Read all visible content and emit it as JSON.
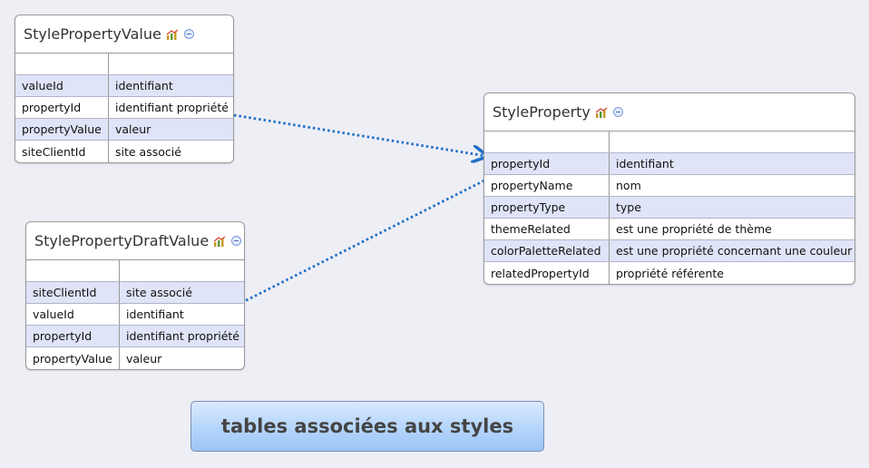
{
  "caption": "tables associées aux styles",
  "tables": {
    "spv": {
      "title": "StylePropertyValue",
      "rows": [
        [
          "valueId",
          "identifiant"
        ],
        [
          "propertyId",
          "identifiant propriété"
        ],
        [
          "propertyValue",
          "valeur"
        ],
        [
          "siteClientId",
          "site associé"
        ]
      ]
    },
    "spdv": {
      "title": "StylePropertyDraftValue",
      "rows": [
        [
          "siteClientId",
          "site associé"
        ],
        [
          "valueId",
          "identifiant"
        ],
        [
          "propertyId",
          "identifiant propriété"
        ],
        [
          "propertyValue",
          "valeur"
        ]
      ]
    },
    "sp": {
      "title": "StyleProperty",
      "rows": [
        [
          "propertyId",
          "identifiant"
        ],
        [
          "propertyName",
          "nom"
        ],
        [
          "propertyType",
          "type"
        ],
        [
          "themeRelated",
          "est une propriété de thème"
        ],
        [
          "colorPaletteRelated",
          "est une propriété concernant une couleur"
        ],
        [
          "relatedPropertyId",
          "propriété référente"
        ]
      ]
    }
  },
  "icons": {
    "chart": "chart-icon",
    "collapse": "collapse-icon"
  },
  "colors": {
    "link": "#1f6fc8",
    "row_highlight": "#dfe4f8",
    "caption_fill": "#b4d5fb"
  }
}
